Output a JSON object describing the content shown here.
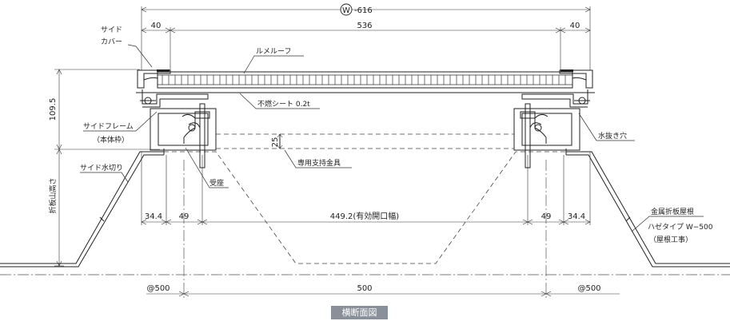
{
  "dims": {
    "overall_symbol": "W",
    "overall_suffix": "-616",
    "side_left": "40",
    "center": "536",
    "side_right": "40",
    "height": "109.5",
    "offset_25": "25",
    "b_left_1": "34.4",
    "b_left_2": "49",
    "b_center": "449.2(有効開口幅)",
    "b_right_2": "49",
    "b_right_1": "34.4",
    "pitch_left": "@500",
    "pitch_center": "500",
    "pitch_right": "@500"
  },
  "labels": {
    "side_cover_1": "サイド",
    "side_cover_2": "カバー",
    "lumeroof": "ルメルーフ",
    "sheet": "不燃シート 0.2t",
    "side_frame": "サイドフレーム",
    "side_frame_sub": "（本体枠）",
    "side_flashing": "サイド水切り",
    "drain_hole": "水抜き穴",
    "bracket": "専用支持金具",
    "seat": "受座",
    "fold_height": "折板山高さ",
    "metal_roof_1": "金属折板屋根",
    "metal_roof_2": "ハゼタイプ W−500",
    "metal_roof_3": "（屋根工事）"
  },
  "caption": "横断面図"
}
